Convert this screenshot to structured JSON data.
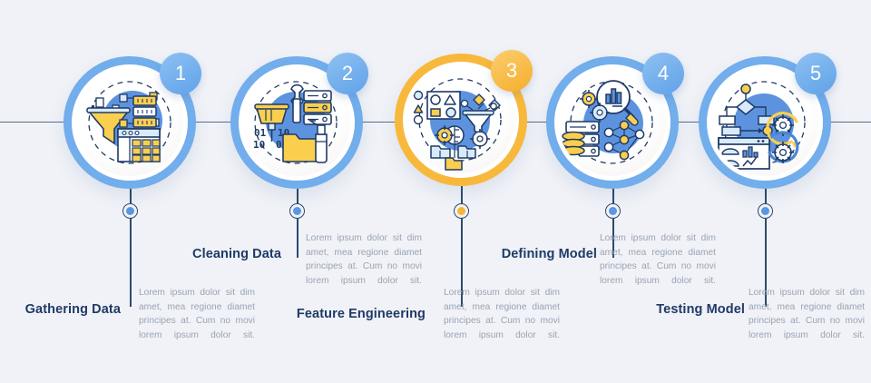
{
  "meta": {
    "background_color": "#f0f2f7",
    "accent_blue": "#5a96e3",
    "accent_amber": "#f7b53b",
    "title_color": "#1f3a66",
    "body_color": "#9aa3b4"
  },
  "body_text": "Lorem ipsum dolor sit dim amet, mea regione diamet principes at. Cum no movi lorem ipsum dolor sit.",
  "steps": [
    {
      "number": "1",
      "title": "Gathering Data",
      "description": "Lorem ipsum dolor sit dim amet, mea regione diamet principes at. Cum no movi lorem ipsum dolor sit.",
      "accent": "#5a96e3",
      "ring_color": "#72adec",
      "badge_color": "#5fa2e8",
      "icon": "funnel-database-table-icon",
      "position": "low"
    },
    {
      "number": "2",
      "title": "Cleaning Data",
      "description": "Lorem ipsum dolor sit dim amet, mea regione diamet principes at. Cum no movi lorem ipsum dolor sit.",
      "accent": "#5a96e3",
      "ring_color": "#72adec",
      "badge_color": "#5fa2e8",
      "icon": "broom-wrench-server-binary-icon",
      "position": "high"
    },
    {
      "number": "3",
      "title": "Feature Engineering",
      "description": "Lorem ipsum dolor sit dim amet, mea regione diamet principes at. Cum no movi lorem ipsum dolor sit.",
      "accent": "#f7b53b",
      "ring_color": "#f8b83c",
      "badge_color": "#f5ad2c",
      "icon": "shapes-funnel-brain-gear-icon",
      "position": "low"
    },
    {
      "number": "4",
      "title": "Defining Model",
      "description": "Lorem ipsum dolor sit dim amet, mea regione diamet principes at. Cum no movi lorem ipsum dolor sit.",
      "accent": "#5a96e3",
      "ring_color": "#72adec",
      "badge_color": "#5fa2e8",
      "icon": "magnifier-chart-database-neural-net-icon",
      "position": "high"
    },
    {
      "number": "5",
      "title": "Testing Model",
      "description": "Lorem ipsum dolor sit dim amet, mea regione diamet principes at. Cum no movi lorem ipsum dolor sit.",
      "accent": "#5a96e3",
      "ring_color": "#72adec",
      "badge_color": "#5fa2e8",
      "icon": "flowchart-dashboard-gears-icon",
      "position": "low"
    }
  ]
}
